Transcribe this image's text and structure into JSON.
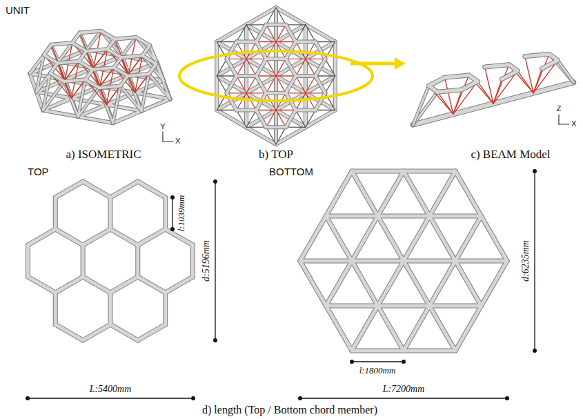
{
  "diagram": {
    "labels": [
      "UNIT",
      "a) ISOMETRIC",
      "b) TOP",
      "c) BEAM Model",
      "Y",
      "X",
      "Z",
      "X",
      "TOP",
      "l:1039mm",
      "d:5196mm",
      "L:5400mm",
      "BOTTOM",
      "l:1800mm",
      "d:6235mm",
      "L:7200mm",
      "d) length  (Top / Bottom chord member)"
    ]
  }
}
